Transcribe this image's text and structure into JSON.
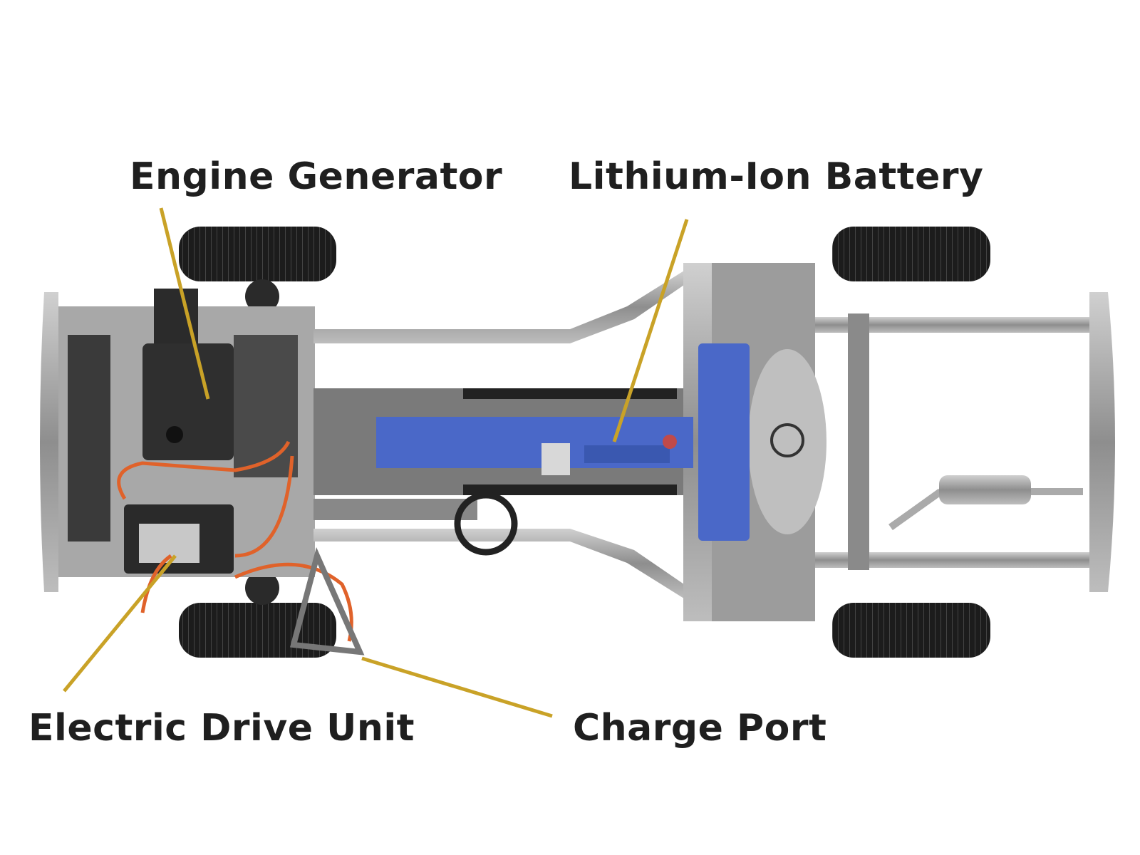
{
  "labels": {
    "engine_generator": "Engine Generator",
    "battery": "Lithium-Ion Battery",
    "drive_unit": "Electric Drive Unit",
    "charge_port": "Charge Port"
  },
  "colors": {
    "leader_line": "#c9a227",
    "battery": "#4a68c8",
    "frame": "#9a9a9a",
    "tire": "#1c1c1c",
    "cable": "#e0622a",
    "text": "#1f1f1f"
  }
}
